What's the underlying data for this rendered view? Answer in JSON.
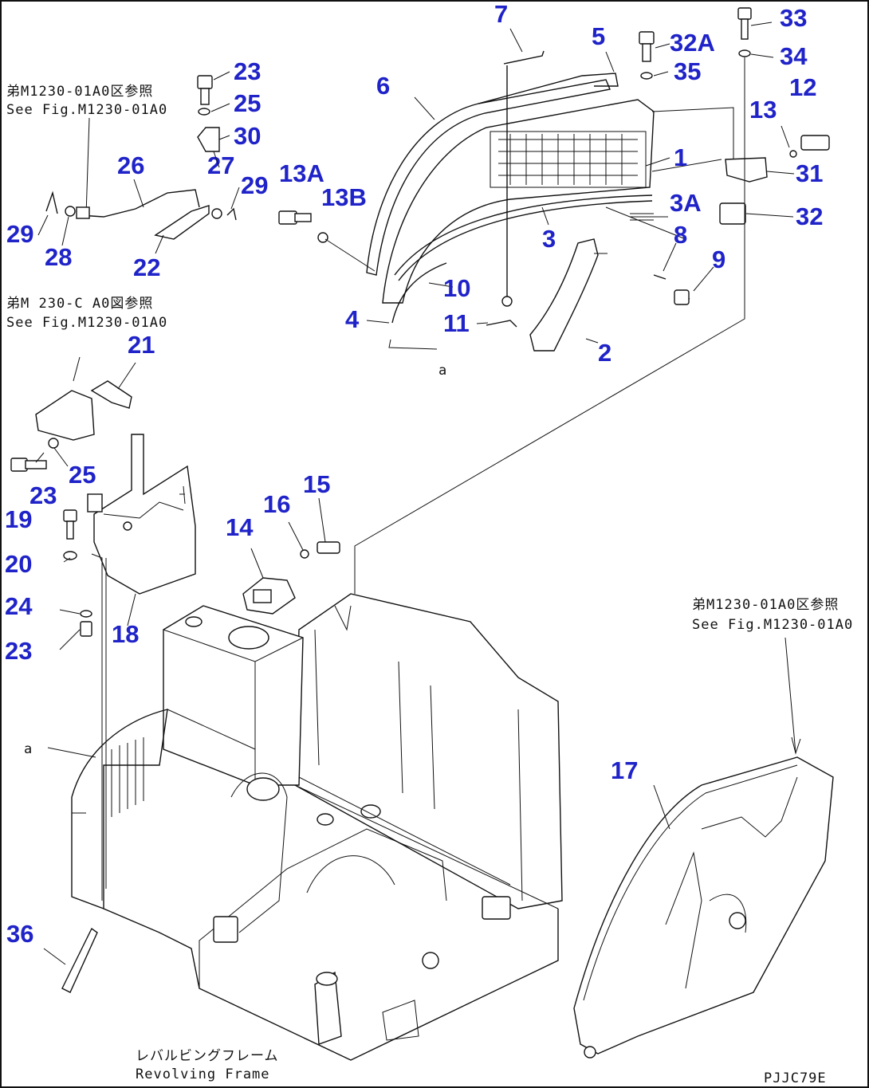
{
  "labels": {
    "l1": "1",
    "l2": "2",
    "l3": "3",
    "l3A": "3A",
    "l4": "4",
    "l5": "5",
    "l6": "6",
    "l7": "7",
    "l8": "8",
    "l9": "9",
    "l10": "10",
    "l11": "11",
    "l12": "12",
    "l13": "13",
    "l13A": "13A",
    "l13B": "13B",
    "l14": "14",
    "l15": "15",
    "l16": "16",
    "l17": "17",
    "l18": "18",
    "l19": "19",
    "l20": "20",
    "l21": "21",
    "l22": "22",
    "l23a": "23",
    "l23b": "23",
    "l23c": "23",
    "l24": "24",
    "l25a": "25",
    "l25b": "25",
    "l26": "26",
    "l27": "27",
    "l28": "28",
    "l29a": "29",
    "l29b": "29",
    "l30": "30",
    "l31": "31",
    "l32": "32",
    "l32A": "32A",
    "l33": "33",
    "l34": "34",
    "l35": "35",
    "l36": "36"
  },
  "refs": {
    "ref1_jp": "弟M1230-01A0区参照",
    "ref1_en": "See Fig.M1230-01A0",
    "ref2_jp": "弟M 230-C A0図参照",
    "ref2_en": "See Fig.M1230-01A0",
    "ref3_jp": "弟M1230-01A0区参照",
    "ref3_en": "See Fig.M1230-01A0"
  },
  "frame": {
    "name_jp": "レバルビングフレーム",
    "name_en": "Revolving Frame"
  },
  "drawing_code": "PJJC79E",
  "markers": {
    "arrow_a": "a",
    "arrow_b": "a"
  }
}
